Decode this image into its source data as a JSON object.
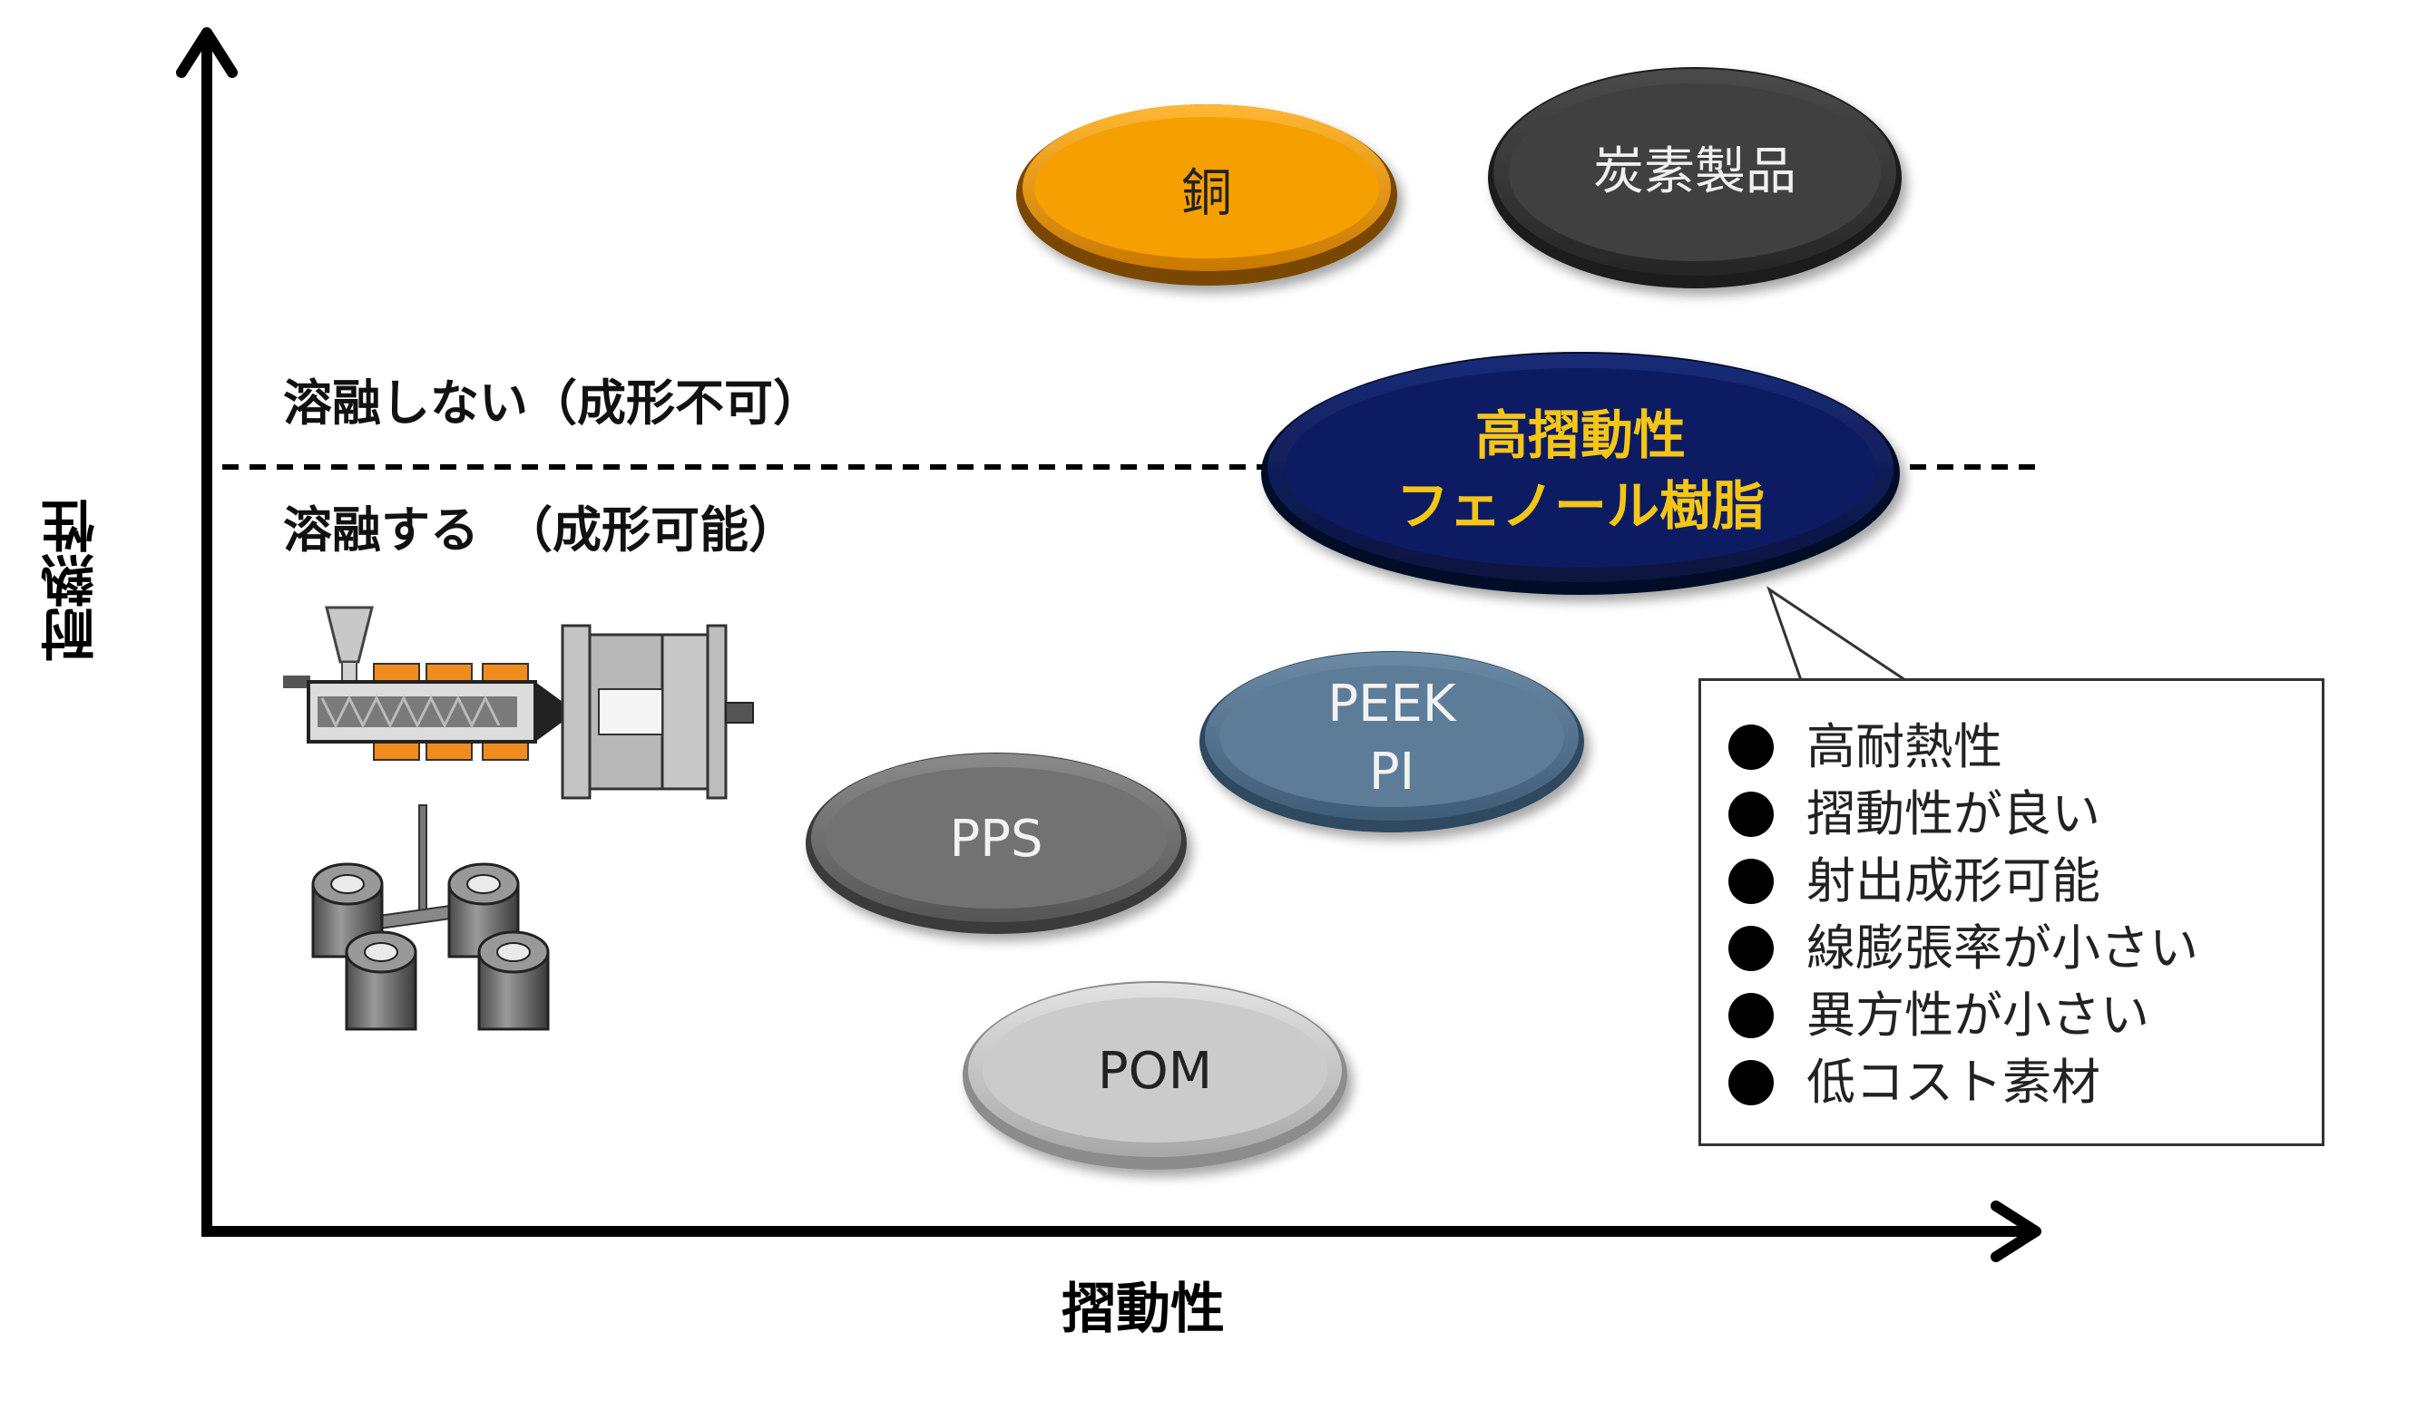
{
  "axes": {
    "y_label": "耐熱性",
    "x_label": "摺動性"
  },
  "zones": {
    "above": "溶融しない（成形不可）",
    "below": "溶融する　（成形可能）"
  },
  "materials": [
    {
      "id": "copper",
      "label": "銅",
      "color": "#f59a00"
    },
    {
      "id": "carbon",
      "label": "炭素製品",
      "color": "#3c3c3c"
    },
    {
      "id": "phenolic",
      "label_line1": "高摺動性",
      "label_line2": "フェノール樹脂",
      "color": "#0d1d5c",
      "text_color": "#f5c518"
    },
    {
      "id": "peek",
      "label_line1": "PEEK",
      "label_line2": "PI",
      "color": "#587792"
    },
    {
      "id": "pps",
      "label": "PPS",
      "color": "#707070"
    },
    {
      "id": "pom",
      "label": "POM",
      "color": "#c9c9c9"
    }
  ],
  "callout": {
    "items": [
      "高耐熱性",
      "摺動性が良い",
      "射出成形可能",
      "線膨張率が小さい",
      "異方性が小さい",
      "低コスト素材"
    ]
  },
  "colors": {
    "axis": "#000000",
    "mold_orange": "#f08c1e",
    "machine_gray": "#b0b0b0"
  }
}
